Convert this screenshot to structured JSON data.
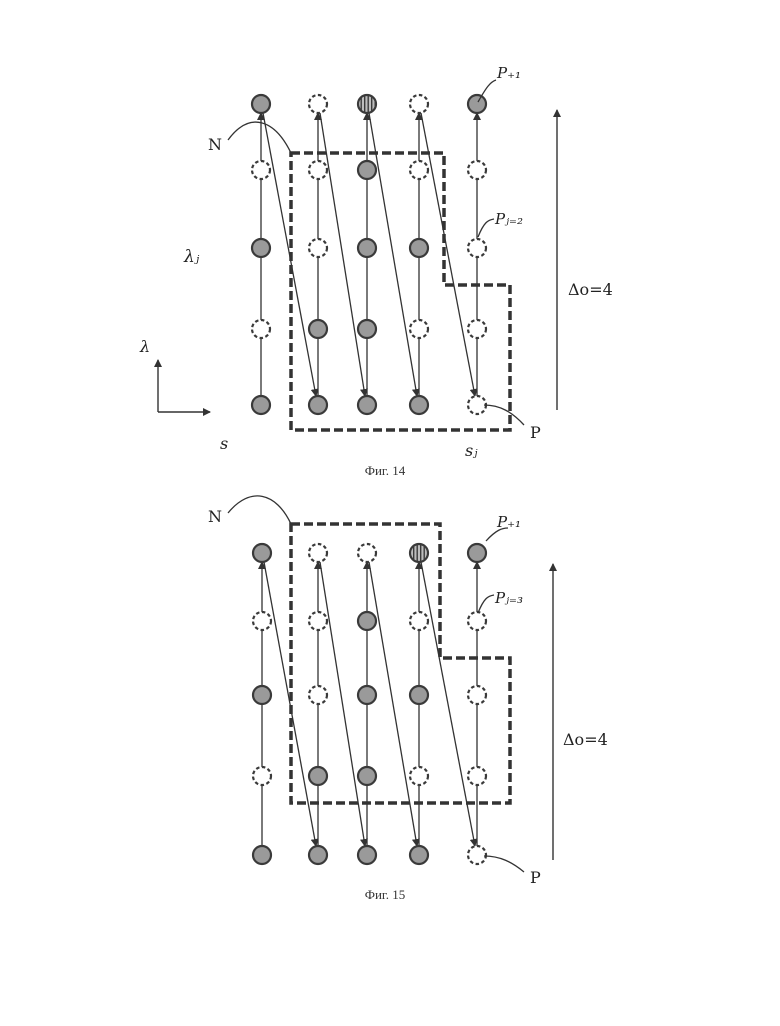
{
  "figures": [
    {
      "caption": "Фиг. 14",
      "labels": {
        "N": "N",
        "P": "P",
        "P_next": "P₊₁",
        "Pj": "Pⱼ₌₂",
        "lambda_j": "λⱼ",
        "lambda": "λ",
        "s": "s",
        "s_j": "sⱼ",
        "delta": "Δo=4"
      },
      "columns": [
        [
          "filled",
          "filled",
          "filled",
          "filled",
          "empty"
        ],
        [
          "empty",
          "filled",
          "filled",
          "empty",
          "empty"
        ],
        [
          "filled",
          "empty",
          "filled",
          "filled",
          "empty"
        ],
        [
          "empty",
          "empty",
          "filled",
          "empty",
          "empty"
        ],
        [
          "filled",
          "empty",
          "split",
          "empty",
          "filled"
        ]
      ]
    },
    {
      "caption": "Фиг. 15",
      "labels": {
        "N": "N",
        "P": "P",
        "P_next": "P₊₁",
        "Pj": "Pⱼ₌₃",
        "delta": "Δo=4"
      },
      "columns": [
        [
          "filled",
          "filled",
          "filled",
          "filled",
          "empty"
        ],
        [
          "empty",
          "filled",
          "filled",
          "empty",
          "empty"
        ],
        [
          "filled",
          "empty",
          "filled",
          "filled",
          "empty"
        ],
        [
          "empty",
          "empty",
          "filled",
          "empty",
          "empty"
        ],
        [
          "filled",
          "empty",
          "empty",
          "split",
          "filled"
        ]
      ]
    }
  ]
}
